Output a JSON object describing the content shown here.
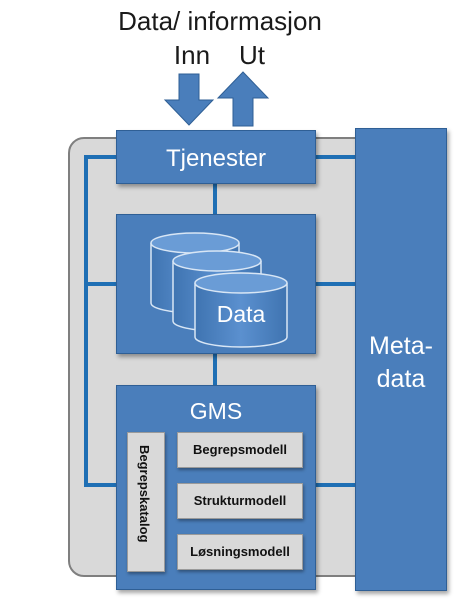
{
  "header": {
    "title": "Data/ informasjon",
    "in_label": "Inn",
    "out_label": "Ut"
  },
  "services": {
    "label": "Tjenester"
  },
  "data_store": {
    "label": "Data"
  },
  "metadata": {
    "line1": "Meta-",
    "line2": "data"
  },
  "gms": {
    "label": "GMS",
    "catalog_label": "Begrepskatalog",
    "models": [
      "Begrepsmodell",
      "Strukturmodell",
      "Løsningsmodell"
    ]
  },
  "colors": {
    "box_blue": "#4a7ebb",
    "connector_blue": "#1f6fb4",
    "frame_gray": "#d9d9d9"
  }
}
